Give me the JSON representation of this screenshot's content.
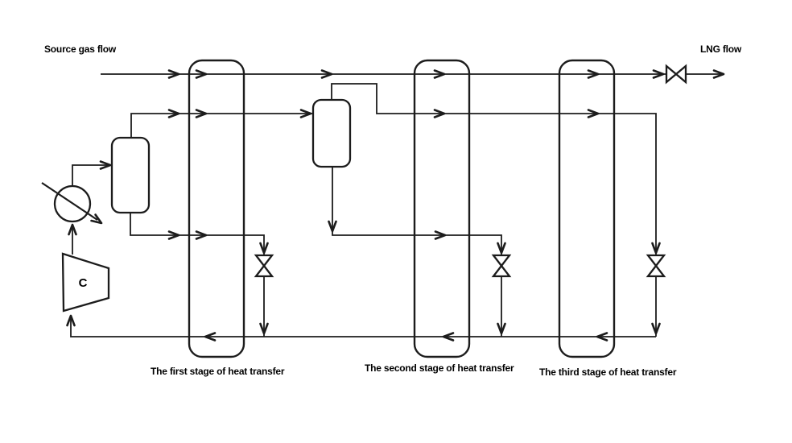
{
  "diagram": {
    "labels": {
      "source": "Source gas flow",
      "lng": "LNG flow",
      "compressor": "C",
      "stage1": "The first stage of heat transfer",
      "stage2": "The second stage of heat transfer",
      "stage3": "The third stage of heat transfer"
    },
    "colors": {
      "line": "#1c1c1c",
      "text": "#000000",
      "background": "#ffffff"
    }
  }
}
